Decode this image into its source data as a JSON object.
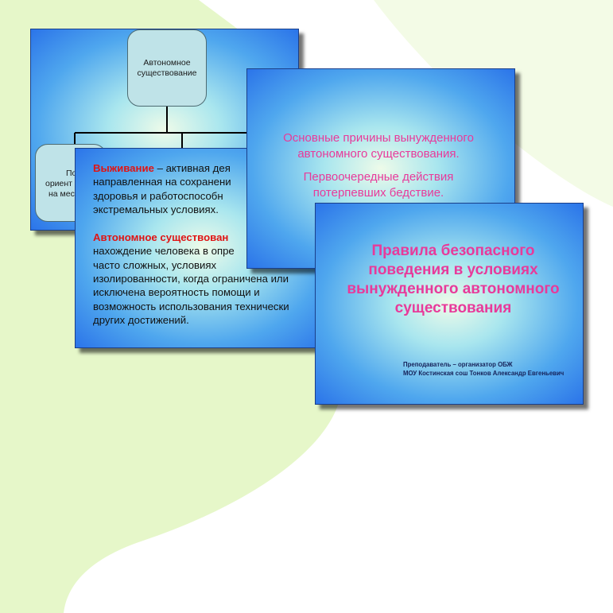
{
  "background": {
    "base": "#e6f7c9",
    "wave": "#ffffff"
  },
  "slide1": {
    "root_lines": [
      "Автономное",
      "существование"
    ],
    "left_node_lines": [
      "Пот",
      "ориент",
      "на мес"
    ]
  },
  "slide2": {
    "term1": "Выживание",
    "def1_lines": [
      " – активная дея",
      "направленная на сохранени",
      "здоровья и работоспособн",
      "экстремальных условиях."
    ],
    "term2": "Автономное существован",
    "def2_lines": [
      "нахождение человека в опре",
      "часто сложных, условиях",
      "изолированности, когда ограничена или",
      "исключена вероятность помощи и",
      "возможность использования технически",
      "других достижений."
    ]
  },
  "slide3": {
    "heading1_lines": [
      "Основные причины вынужденного",
      "автономного существования."
    ],
    "heading2_lines": [
      "Первоочередные действия",
      "потерпевших бедствие."
    ]
  },
  "slide4": {
    "title_lines": [
      "Правила безопасного",
      "поведения в условиях",
      "вынужденного автономного",
      "существования"
    ],
    "author_lines": [
      "Преподаватель – организатор ОБЖ",
      "МОУ Костинская сош Тонков Александр Евгеньевич"
    ]
  },
  "colors": {
    "pink": "#e83a9a",
    "red": "#e01414",
    "navy": "#16225a"
  }
}
